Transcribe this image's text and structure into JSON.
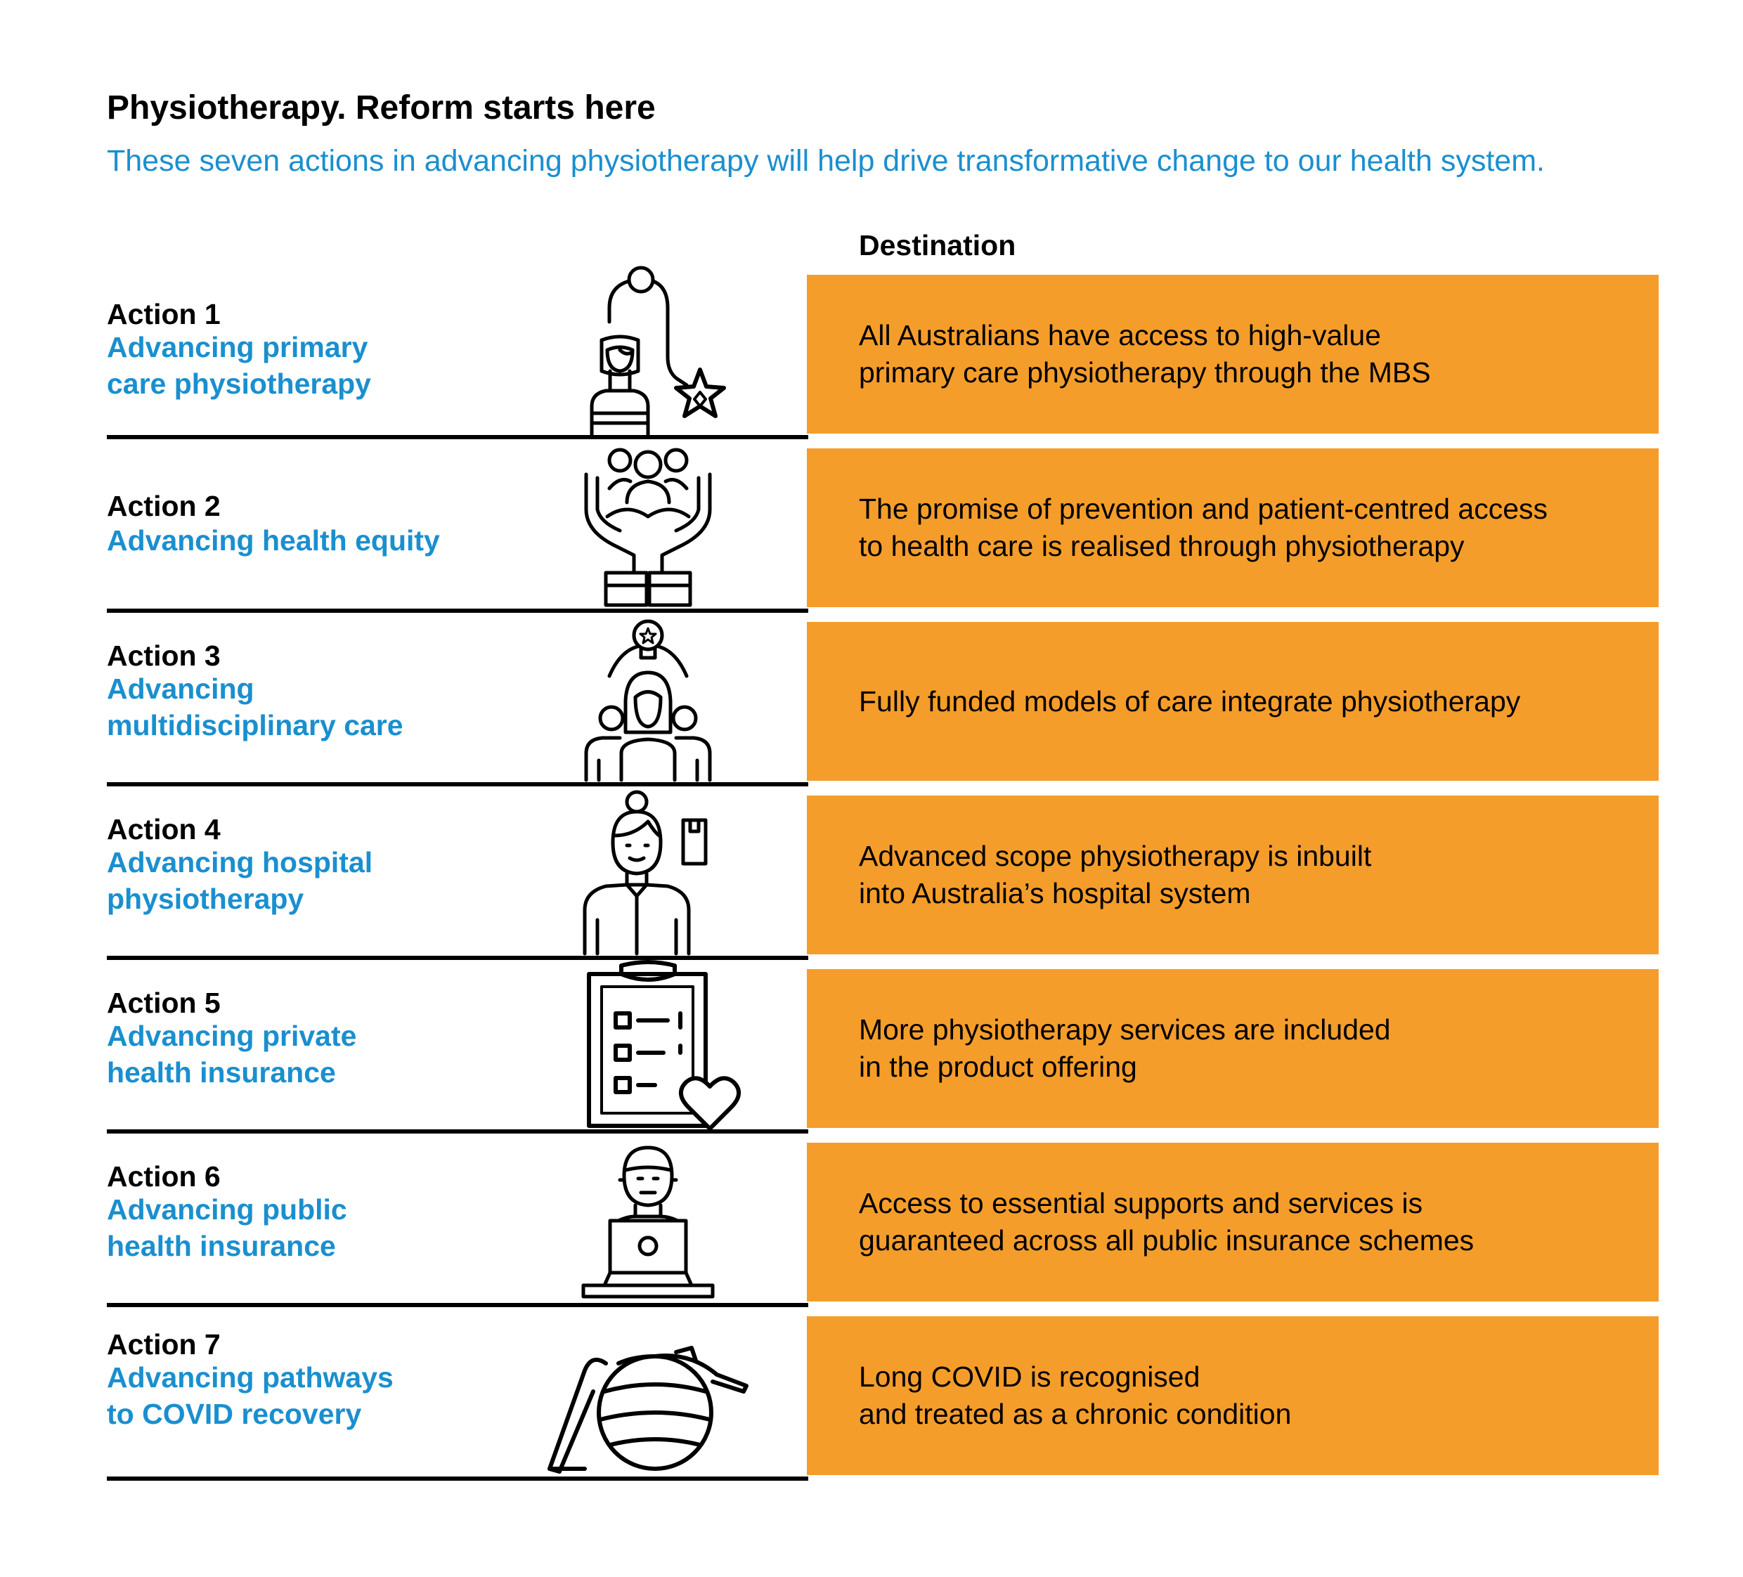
{
  "title": "Physiotherapy. Reform starts here",
  "subtitle": "These seven actions in advancing physiotherapy will help drive transformative change to our health system.",
  "destination_header": "Destination",
  "actions": [
    {
      "label": "Action 1",
      "name_lines": [
        "Advancing primary",
        "care physiotherapy"
      ],
      "icon": "person-with-stethoscope-star-icon",
      "destination_lines": [
        "All Australians have access to high-value",
        "primary care physiotherapy through the MBS"
      ]
    },
    {
      "label": "Action 2",
      "name_lines": [
        "Advancing health equity"
      ],
      "icon": "hands-holding-people-icon",
      "destination_lines": [
        "The promise of prevention and patient-centred access",
        "to health care is realised through physiotherapy"
      ]
    },
    {
      "label": "Action 3",
      "name_lines": [
        "Advancing",
        "multidisciplinary care"
      ],
      "icon": "team-with-lightbulb-icon",
      "destination_lines": [
        "Fully funded models of care integrate physiotherapy"
      ]
    },
    {
      "label": "Action 4",
      "name_lines": [
        "Advancing hospital",
        "physiotherapy"
      ],
      "icon": "nurse-with-clipboard-icon",
      "destination_lines": [
        "Advanced scope physiotherapy is inbuilt",
        "into Australia’s hospital system"
      ]
    },
    {
      "label": "Action 5",
      "name_lines": [
        "Advancing private",
        "health insurance"
      ],
      "icon": "checklist-heart-icon",
      "destination_lines": [
        "More physiotherapy services are included",
        "in the product offering"
      ]
    },
    {
      "label": "Action 6",
      "name_lines": [
        "Advancing public",
        "health insurance"
      ],
      "icon": "person-at-laptop-icon",
      "destination_lines": [
        "Access to essential supports and services is",
        "guaranteed across all public insurance schemes"
      ]
    },
    {
      "label": "Action 7",
      "name_lines": [
        "Advancing pathways",
        "to COVID recovery"
      ],
      "icon": "exercise-ball-stretch-icon",
      "destination_lines": [
        "Long COVID is recognised",
        "and treated as a chronic condition"
      ]
    }
  ],
  "colors": {
    "accent_blue": "#1a8fcf",
    "destination_orange": "#f59d2a",
    "text_black": "#000000"
  }
}
